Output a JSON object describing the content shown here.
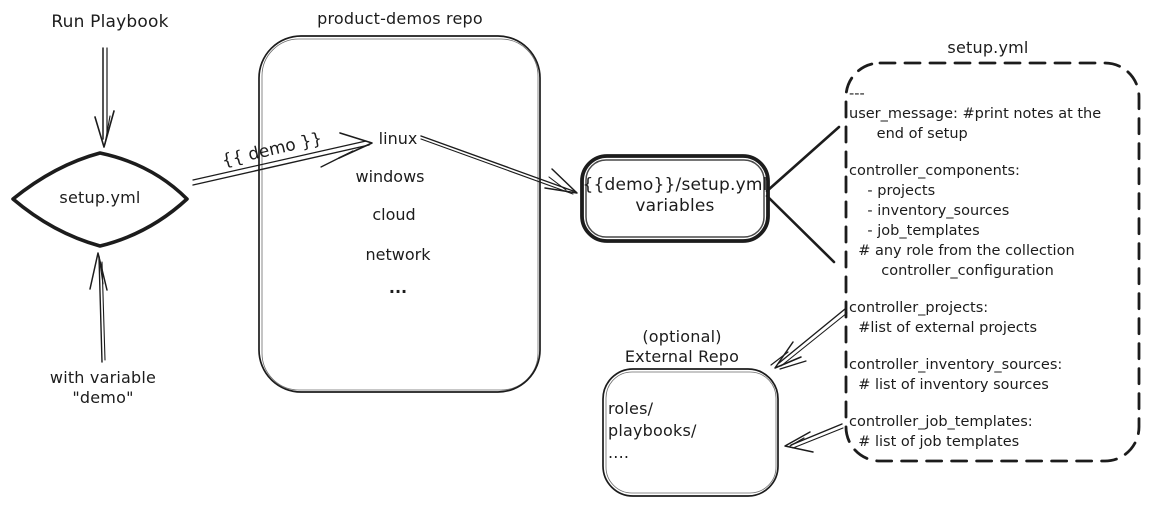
{
  "colors": {
    "ink": "#1c1c1c",
    "background": "#ffffff"
  },
  "left_flow": {
    "run_playbook_label": "Run Playbook",
    "diamond_label": "setup.yml",
    "with_variable_label": "with variable\n\"demo\""
  },
  "product_demos_repo": {
    "title": "product-demos repo",
    "items": [
      "linux",
      "windows",
      "cloud",
      "network",
      "..."
    ]
  },
  "demo_edge_label": "{{ demo }}",
  "variables_box": {
    "label": "{{demo}}/setup.yml\nvariables"
  },
  "setup_yml_file": {
    "title": "setup.yml",
    "sections": [
      "---\nuser_message: #print notes at the\n      end of setup",
      "controller_components:\n    - projects\n    - inventory_sources\n    - job_templates\n  # any role from the collection\n       controller_configuration",
      "controller_projects:\n  #list of external projects",
      "controller_inventory_sources:\n  # list of inventory sources",
      "controller_job_templates:\n  # list of job templates"
    ]
  },
  "external_repo": {
    "title": "(optional)\nExternal Repo",
    "content": "roles/\nplaybooks/\n...."
  }
}
